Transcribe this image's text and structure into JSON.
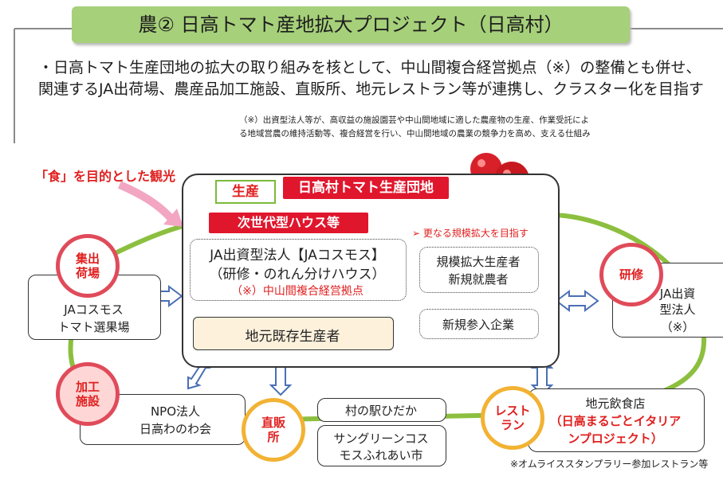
{
  "title": "農② 日高トマト産地拡大プロジェクト（日高村）",
  "intro": "・日高トマト生産団地の拡大の取り組みを核として、中山間複合経営拠点（※）の整備とも併せ、関連するJA出荷場、農産品加工施設、直販所、地元レストラン等が連携し、クラスター化を目指す",
  "footnote": {
    "line1": "（※）出資型法人等が、高収益の施設園芸や中山間地域に適した農産物の生産、作業受託によ",
    "line2": "る地域営農の維持活動等、複合経営を行い、中山間地域の農業の競争力を高め、支える仕組み"
  },
  "tourism_label": "「食」を目的とした観光",
  "production": {
    "tag": "生産",
    "cluster": "日高村トマト生産団地",
    "house": "次世代型ハウス等",
    "expand_note": "➢ 更なる規模拡大を目指す",
    "ja_corp_name": "JA出資型法人【JAコスモス】",
    "ja_corp_sub": "（研修・のれん分けハウス）",
    "ja_corp_note": "（※）中山間複合経営拠点",
    "new_growers_1": "規模拡大生産者",
    "new_growers_2": "新規就農者",
    "new_company": "新規参入企業",
    "existing": "地元既存生産者"
  },
  "nodes": {
    "collect": {
      "label_1": "集出",
      "label_2": "荷場",
      "box_1": "JAコスモス",
      "box_2": "トマト選果場"
    },
    "kako": {
      "label_1": "加工",
      "label_2": "施設",
      "box_1": "NPO法人",
      "box_2": "日高わのわ会"
    },
    "chokubai": {
      "label_1": "直販",
      "label_2": "所",
      "box_1": "村の駅ひだか",
      "box_2a": "サングリーンコス",
      "box_2b": "モスふれあい市"
    },
    "restaurant": {
      "label_1": "レスト",
      "label_2": "ラン",
      "box_1": "地元飲食店",
      "box_2": "（日高まるごとイタリア",
      "box_3": "ンプロジェクト）"
    },
    "training": {
      "label": "研修",
      "box_1": "JA出資",
      "box_2": "型法人",
      "box_3": "（※）"
    }
  },
  "stamp_note": "※オムライススタンプラリー参加レストラン等",
  "colors": {
    "banner": "#a6d07a",
    "red": "#e0162d",
    "loop": "#8cbf3f",
    "arrow": "#4a6fb5",
    "circle_red": "#e04b5a",
    "circle_orange": "#f2b233"
  }
}
